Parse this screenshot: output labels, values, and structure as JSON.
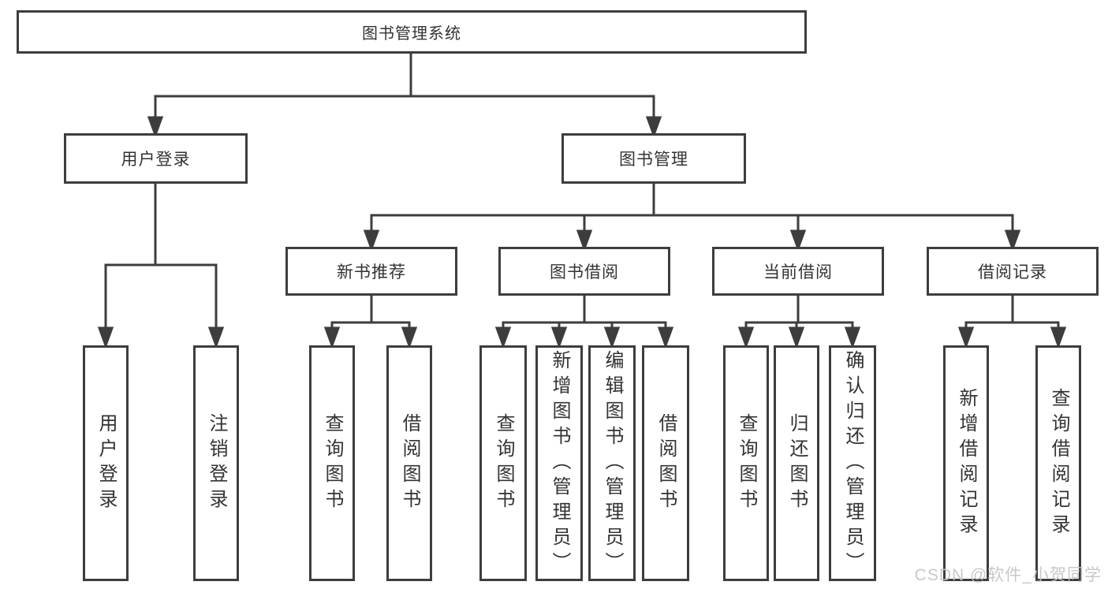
{
  "tree": {
    "label": "图书管理系统",
    "children": [
      {
        "label": "用户登录",
        "children": [
          {
            "label": "用户登录"
          },
          {
            "label": "注销登录"
          }
        ]
      },
      {
        "label": "图书管理",
        "children": [
          {
            "label": "新书推荐",
            "children": [
              {
                "label": "查询图书"
              },
              {
                "label": "借阅图书"
              }
            ]
          },
          {
            "label": "图书借阅",
            "children": [
              {
                "label": "查询图书"
              },
              {
                "label": "新增图书（管理员）"
              },
              {
                "label": "编辑图书（管理员）"
              },
              {
                "label": "借阅图书"
              }
            ]
          },
          {
            "label": "当前借阅",
            "children": [
              {
                "label": "查询图书"
              },
              {
                "label": "归还图书"
              },
              {
                "label": "确认归还（管理员）"
              }
            ]
          },
          {
            "label": "借阅记录",
            "children": [
              {
                "label": "新增借阅记录"
              },
              {
                "label": "查询借阅记录"
              }
            ]
          }
        ]
      }
    ]
  },
  "watermark": {
    "text": "CSDN @软件_小贺同学"
  },
  "colors": {
    "line": "#3d3d3d",
    "text": "#333333",
    "background": "#ffffff",
    "watermark": "#c3c3c3"
  }
}
